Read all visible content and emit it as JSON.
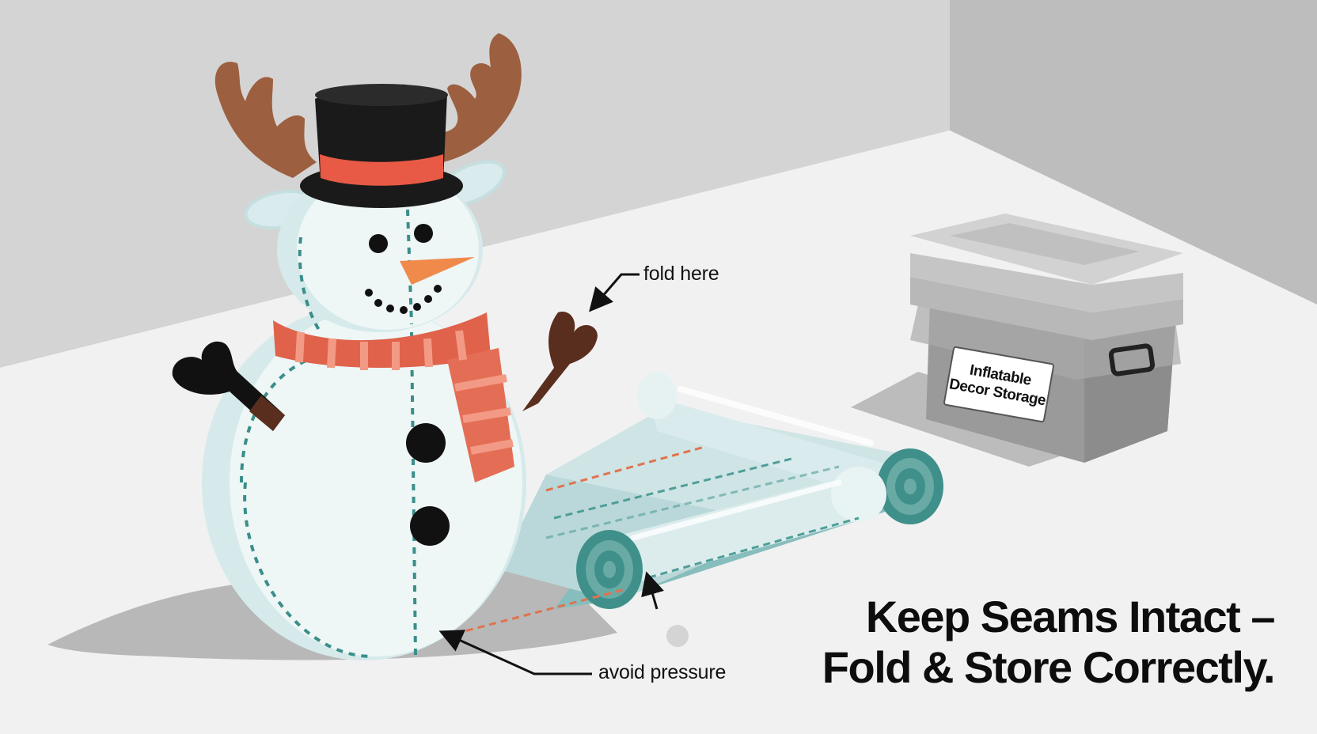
{
  "annotations": {
    "fold": "fold here",
    "avoid": "avoid pressure"
  },
  "headline": {
    "line1": "Keep Seams Intact –",
    "line2": "Fold & Store Correctly."
  },
  "storage_box": {
    "label_line1": "Inflatable",
    "label_line2": "Decor Storage"
  },
  "colors": {
    "wall": "#d6d6d6",
    "floor": "#efefef",
    "snow_body": "#e6f1f3",
    "seam": "#3a8e8a",
    "scarf": "#e0624a",
    "antler": "#9c5f3f",
    "hat": "#1a1a1a",
    "hat_band": "#e85a45",
    "roll": "#c8e1e2",
    "box": "#a7a7a7"
  }
}
